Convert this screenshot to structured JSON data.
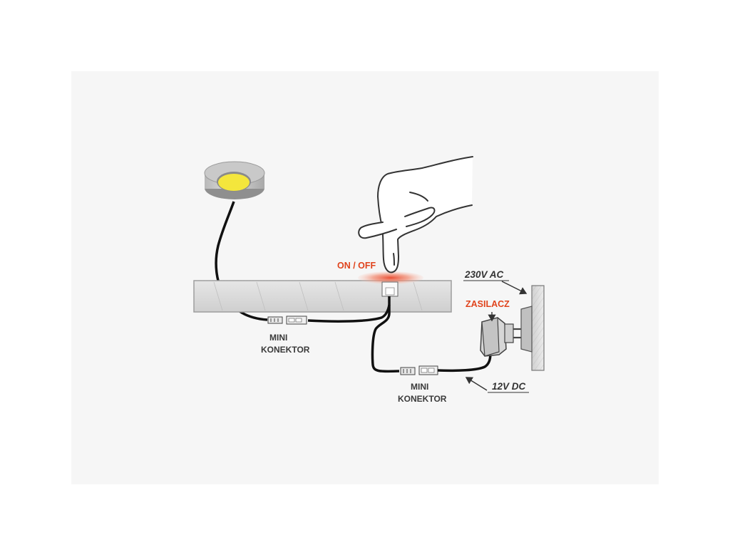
{
  "labels": {
    "on_off": "ON / OFF",
    "mini_konektor_1_line1": "MINI",
    "mini_konektor_1_line2": "KONEKTOR",
    "mini_konektor_2_line1": "MINI",
    "mini_konektor_2_line2": "KONEKTOR",
    "ac_voltage": "230V AC",
    "dc_voltage": "12V DC",
    "power_supply": "ZASILACZ"
  },
  "colors": {
    "background": "#ffffff",
    "panel": "#f6f6f6",
    "label_accent": "#e0431c",
    "label_text": "#3a3a3a",
    "led_light": "#f4e63c",
    "cable": "#111111",
    "shelf": "#dcdcdc"
  }
}
